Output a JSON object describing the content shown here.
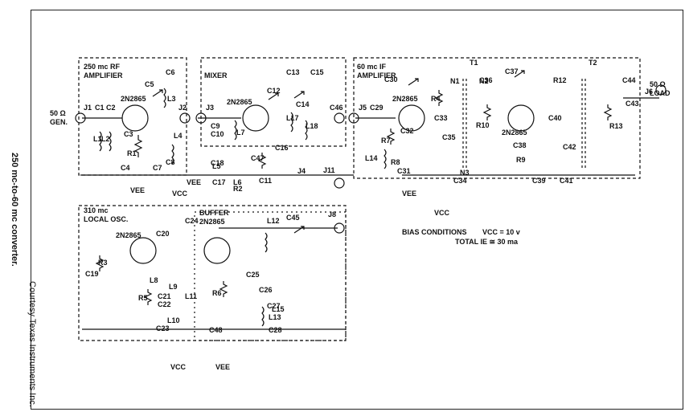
{
  "side_title": "250 mc-to-60 mc converter.",
  "credit": "Courtesy Texas Instruments Inc.",
  "blocks": {
    "rf_amp": [
      "250 mc RF",
      "AMPLIFIER"
    ],
    "mixer": "MIXER",
    "if_amp": [
      "60 mc IF",
      "AMPLIFIER"
    ],
    "local_osc": [
      "310 mc",
      "LOCAL OSC."
    ],
    "buffer": [
      "BUFFER",
      "2N2865"
    ]
  },
  "transistors": [
    "2N2865",
    "2N2865",
    "2N2865",
    "2N2865",
    "2N2865",
    "2N2865"
  ],
  "ports": {
    "gen": [
      "50 Ω",
      "GEN."
    ],
    "load": [
      "50 Ω",
      "LOAD"
    ]
  },
  "supplies": {
    "vee": "VEE",
    "vcc": "VCC"
  },
  "bias": {
    "heading": "BIAS CONDITIONS",
    "vcc_value": "VCC = 10 v",
    "total_ie": "TOTAL IE ≅ 30 ma"
  },
  "components": {
    "rf": [
      "J1",
      "C1",
      "C2",
      "C3",
      "C4",
      "C5",
      "C6",
      "C7",
      "C8",
      "L1",
      "L2",
      "L3",
      "L4",
      "R1",
      "J2"
    ],
    "mixer": [
      "J3",
      "C9",
      "C10",
      "C11",
      "C12",
      "C13",
      "C14",
      "C15",
      "C16",
      "C17",
      "L5",
      "L6",
      "L7",
      "L17",
      "L18",
      "R2",
      "J4",
      "C47",
      "C46",
      "J11"
    ],
    "if": [
      "J5",
      "C29",
      "C30",
      "C31",
      "C32",
      "C33",
      "C34",
      "C35",
      "C36",
      "C37",
      "C38",
      "C39",
      "C40",
      "C41",
      "C42",
      "C43",
      "C44",
      "R4",
      "R7",
      "R8",
      "R9",
      "R10",
      "R12",
      "R13",
      "L14",
      "N1",
      "N2",
      "N3",
      "T1",
      "T2",
      "J6"
    ],
    "lo": [
      "C18",
      "C19",
      "C20",
      "C21",
      "C22",
      "C23",
      "C24",
      "C25",
      "C26",
      "C27",
      "C28",
      "C45",
      "C48",
      "L8",
      "L9",
      "L10",
      "L11",
      "L12",
      "L13",
      "L15",
      "R3",
      "R5",
      "R6",
      "J8"
    ]
  }
}
